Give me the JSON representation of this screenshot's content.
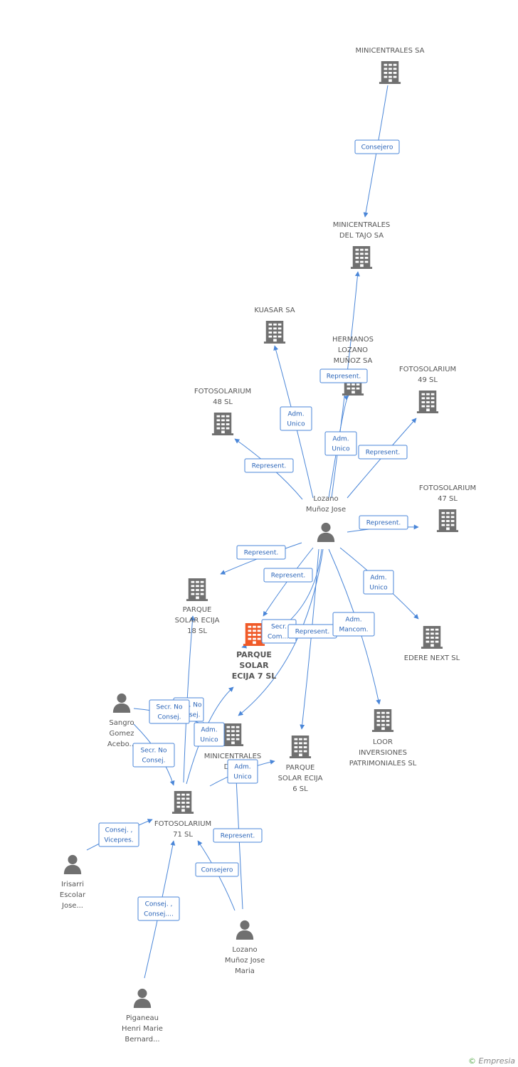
{
  "colors": {
    "building": "#707070",
    "main_building": "#f05a28",
    "person": "#707070",
    "edge": "#4a86d8",
    "label_text": "#2a64b8"
  },
  "footer": {
    "copyright": "©",
    "brand": "Empresia"
  },
  "nodes": [
    {
      "id": "minicentrales_sa",
      "type": "company",
      "lines": [
        "MINICENTRALES SA"
      ]
    },
    {
      "id": "minicentrales_tajo",
      "type": "company",
      "lines": [
        "MINICENTRALES",
        "DEL TAJO SA"
      ]
    },
    {
      "id": "kuasar",
      "type": "company",
      "lines": [
        "KUASAR SA"
      ]
    },
    {
      "id": "hermanos_lozano",
      "type": "company",
      "lines": [
        "HERMANOS",
        "LOZANO",
        "MUÑOZ SA"
      ]
    },
    {
      "id": "foto49",
      "type": "company",
      "lines": [
        "FOTOSOLARIUM",
        "49 SL"
      ]
    },
    {
      "id": "foto48",
      "type": "company",
      "lines": [
        "FOTOSOLARIUM",
        "48 SL"
      ]
    },
    {
      "id": "foto47",
      "type": "company",
      "lines": [
        "FOTOSOLARIUM",
        "47 SL"
      ]
    },
    {
      "id": "lozano_jose",
      "type": "person",
      "lines": [
        "Lozano",
        "Muñoz Jose"
      ]
    },
    {
      "id": "parque18",
      "type": "company",
      "lines": [
        "PARQUE",
        "SOLAR ECIJA",
        "18 SL"
      ]
    },
    {
      "id": "parque7",
      "type": "main",
      "lines": [
        "PARQUE",
        "SOLAR",
        "ECIJA 7 SL"
      ]
    },
    {
      "id": "edere",
      "type": "company",
      "lines": [
        "EDERE NEXT SL"
      ]
    },
    {
      "id": "loor",
      "type": "company",
      "lines": [
        "LOOR",
        "INVERSIONES",
        "PATRIMONIALES SL"
      ]
    },
    {
      "id": "parque6",
      "type": "company",
      "lines": [
        "PARQUE",
        "SOLAR ECIJA",
        "6 SL"
      ]
    },
    {
      "id": "minicentrales_do",
      "type": "company",
      "lines": [
        "MINICENTRALES",
        "DO..."
      ]
    },
    {
      "id": "sangro",
      "type": "person",
      "lines": [
        "Sangro",
        "Gomez",
        "Acebo..."
      ]
    },
    {
      "id": "foto71",
      "type": "company",
      "lines": [
        "FOTOSOLARIUM",
        "71 SL"
      ]
    },
    {
      "id": "irisarri",
      "type": "person",
      "lines": [
        "Irisarri",
        "Escolar",
        "Jose..."
      ]
    },
    {
      "id": "lozano_maria",
      "type": "person",
      "lines": [
        "Lozano",
        "Muñoz Jose",
        "Maria"
      ]
    },
    {
      "id": "piganeau",
      "type": "person",
      "lines": [
        "Piganeau",
        "Henri Marie",
        "Bernard..."
      ]
    }
  ],
  "edges": [
    {
      "id": "e1",
      "lines": [
        "Consejero"
      ]
    },
    {
      "id": "e2",
      "lines": [
        "Represent."
      ]
    },
    {
      "id": "e3",
      "lines": [
        "Adm.",
        "Unico"
      ]
    },
    {
      "id": "e4",
      "lines": [
        "Adm.",
        "Unico"
      ]
    },
    {
      "id": "e5",
      "lines": [
        "Represent."
      ]
    },
    {
      "id": "e6",
      "lines": [
        "Represent."
      ]
    },
    {
      "id": "e7",
      "lines": [
        "Represent."
      ]
    },
    {
      "id": "e8",
      "lines": [
        "Represent."
      ]
    },
    {
      "id": "e9",
      "lines": [
        "Represent."
      ]
    },
    {
      "id": "e10",
      "lines": [
        "Adm.",
        "Unico"
      ]
    },
    {
      "id": "e11",
      "lines": [
        "Secr.",
        "Com...."
      ]
    },
    {
      "id": "e12",
      "lines": [
        "Represent."
      ]
    },
    {
      "id": "e13",
      "lines": [
        "Adm.",
        "Mancom."
      ]
    },
    {
      "id": "e14",
      "lines": [
        "Secr.  No",
        "Consej."
      ]
    },
    {
      "id": "e15",
      "lines": [
        "Adm.",
        "Unico"
      ]
    },
    {
      "id": "e16",
      "lines": [
        "Secr.  No",
        "Consej."
      ]
    },
    {
      "id": "e17",
      "lines": [
        "Adm.",
        "Unico"
      ]
    },
    {
      "id": "e18",
      "lines": [
        "Consej. ,",
        "Vicepres."
      ]
    },
    {
      "id": "e19",
      "lines": [
        "Represent."
      ]
    },
    {
      "id": "e20",
      "lines": [
        "Consejero"
      ]
    },
    {
      "id": "e21",
      "lines": [
        "Consej. ,",
        "Consej...."
      ]
    }
  ]
}
